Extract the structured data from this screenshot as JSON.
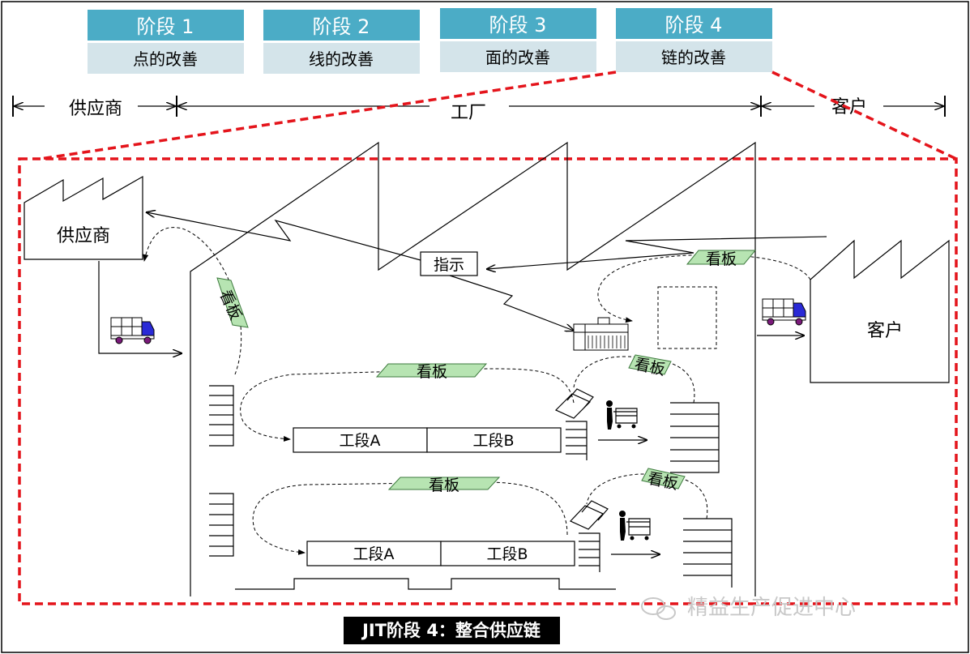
{
  "stages": [
    {
      "num": "阶段  1",
      "name": "点的改善"
    },
    {
      "num": "阶段  2",
      "name": "线的改善"
    },
    {
      "num": "阶段  3",
      "name": "面的改善"
    },
    {
      "num": "阶段  4",
      "name": "链的改善"
    }
  ],
  "segments": {
    "supplier": "供应商",
    "factory": "工厂",
    "customer": "客户"
  },
  "facilities": {
    "supplier": "供应商",
    "customer": "客户"
  },
  "instruction": "指示",
  "kanban": "看板",
  "processes": {
    "a": "工段A",
    "b": "工段B"
  },
  "caption": "JIT阶段 4：整合供应链",
  "watermark": "精益生产促进中心",
  "colors": {
    "stage_header": "#4bacc6",
    "stage_sub": "#d4e4ea",
    "highlight": "#e4141b",
    "kanban": "#b7e4b2"
  }
}
